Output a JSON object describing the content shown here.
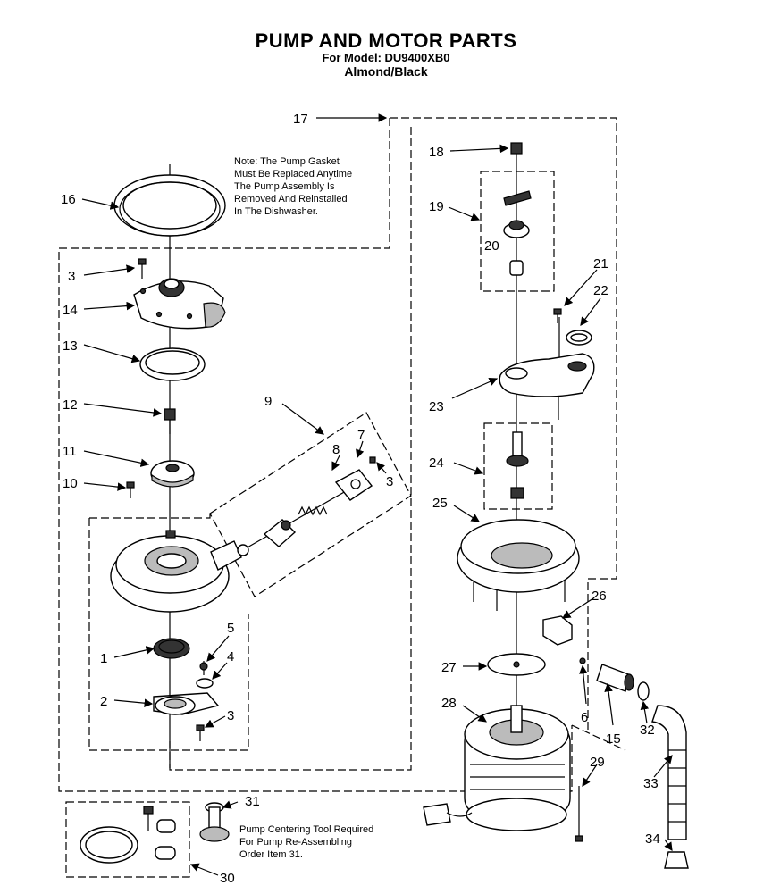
{
  "header": {
    "title": "PUMP AND MOTOR PARTS",
    "model_line": "For Model: DU9400XB0",
    "color_line": "Almond/Black"
  },
  "note": {
    "lines": [
      "Note: The Pump Gasket",
      "Must Be Replaced Anytime",
      "The Pump Assembly Is",
      "Removed And Reinstalled",
      "In The Dishwasher."
    ]
  },
  "tool_note": {
    "lines": [
      "Pump Centering Tool Required",
      "For Pump Re-Assembling",
      "Order Item 31."
    ]
  },
  "callouts": {
    "c1": "1",
    "c2": "2",
    "c3a": "3",
    "c3b": "3",
    "c3c": "3",
    "c4": "4",
    "c5": "5",
    "c6": "6",
    "c7": "7",
    "c8": "8",
    "c9": "9",
    "c10": "10",
    "c11": "11",
    "c12": "12",
    "c13": "13",
    "c14": "14",
    "c15": "15",
    "c16": "16",
    "c17": "17",
    "c18": "18",
    "c19": "19",
    "c20": "20",
    "c21": "21",
    "c22": "22",
    "c23": "23",
    "c24": "24",
    "c25": "25",
    "c26": "26",
    "c27": "27",
    "c28": "28",
    "c29": "29",
    "c30": "30",
    "c31": "31",
    "c32": "32",
    "c33": "33",
    "c34": "34"
  }
}
